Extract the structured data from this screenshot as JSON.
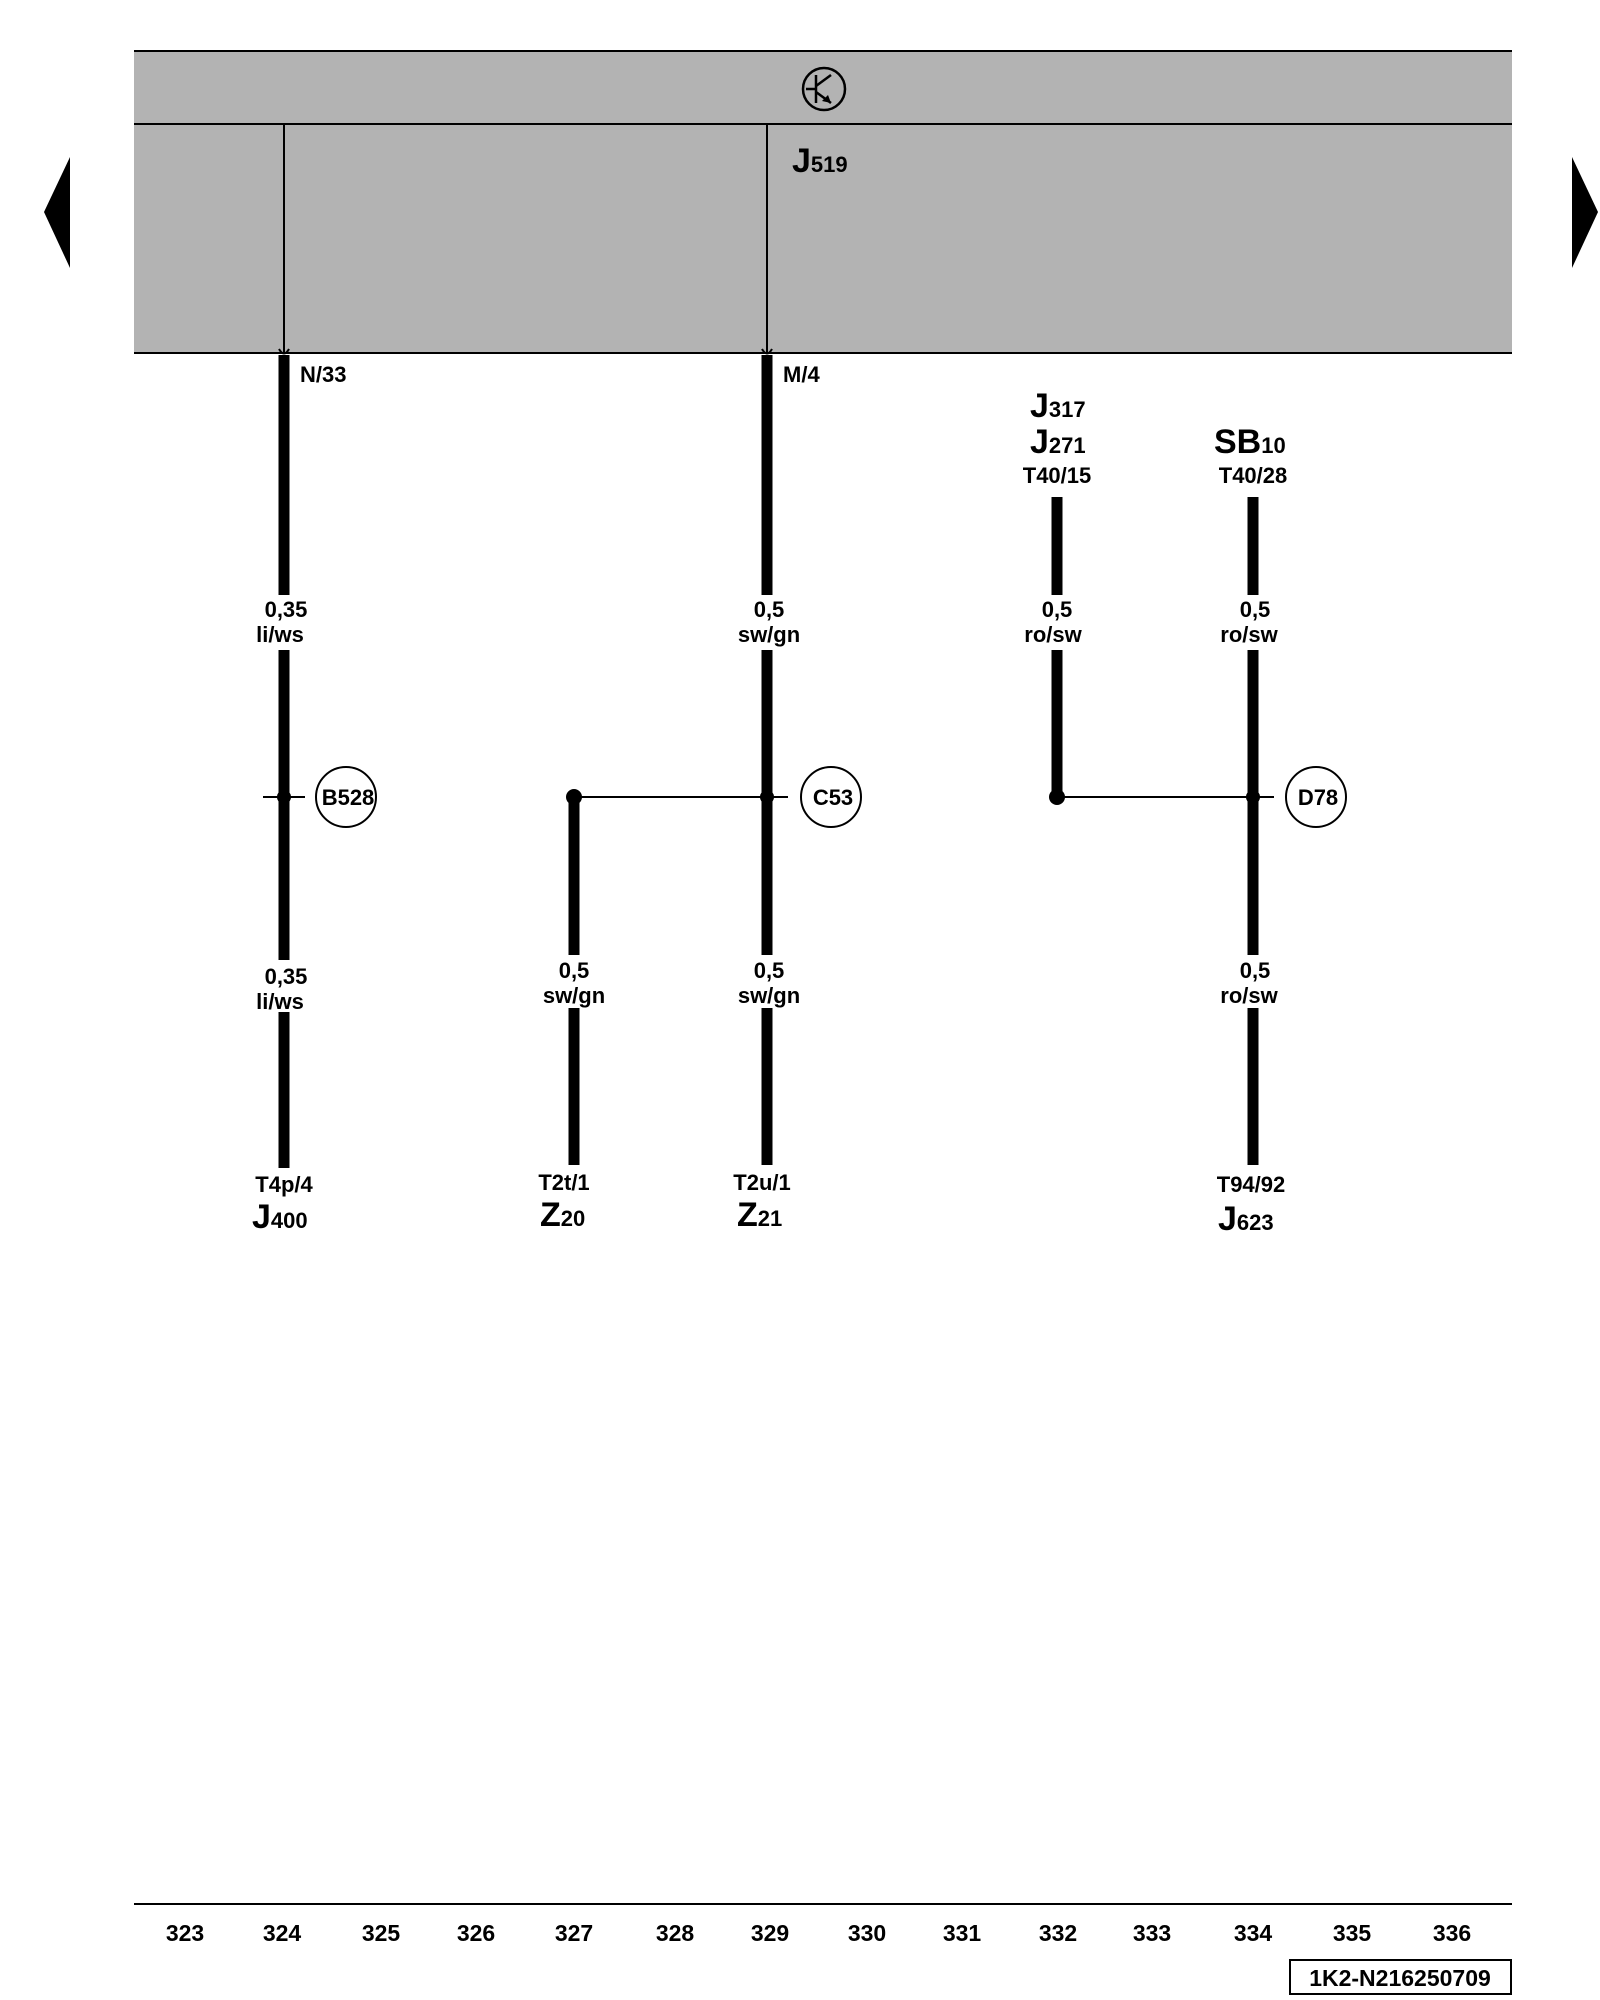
{
  "control_unit": {
    "name": "J",
    "sub": "519",
    "symbol_icon": "transistor-symbol-icon"
  },
  "top_pins": {
    "left": "N/33",
    "mid": "M/4"
  },
  "sources": {
    "a_line1_main": "J",
    "a_line1_sub": "317",
    "a_line2_main": "J",
    "a_line2_sub": "271",
    "a_pin": "T40/15",
    "b_main": "SB",
    "b_sub": "10",
    "b_pin": "T40/28"
  },
  "wires": {
    "w1_upper_size": "0,35",
    "w1_upper_color": "li/ws",
    "w1_lower_size": "0,35",
    "w1_lower_color": "li/ws",
    "w2_size": "0,5",
    "w2_color": "sw/gn",
    "w3_upper_size": "0,5",
    "w3_upper_color": "sw/gn",
    "w3_lower_size": "0,5",
    "w3_lower_color": "sw/gn",
    "w4_size": "0,5",
    "w4_color": "ro/sw",
    "w5_upper_size": "0,5",
    "w5_upper_color": "ro/sw",
    "w5_lower_size": "0,5",
    "w5_lower_color": "ro/sw"
  },
  "nodes": {
    "n1": "B528",
    "n2": "C53",
    "n3": "D78"
  },
  "endpoints": {
    "e1_pin": "T4p/4",
    "e1_main": "J",
    "e1_sub": "400",
    "e2_pin": "T2t/1",
    "e2_main": "Z",
    "e2_sub": "20",
    "e3_pin": "T2u/1",
    "e3_main": "Z",
    "e3_sub": "21",
    "e4_pin": "T94/92",
    "e4_main": "J",
    "e4_sub": "623"
  },
  "columns": [
    "323",
    "324",
    "325",
    "326",
    "327",
    "328",
    "329",
    "330",
    "331",
    "332",
    "333",
    "334",
    "335",
    "336"
  ],
  "doc_id": "1K2-N216250709",
  "navigation": {
    "prev_icon": "triangle-left-icon",
    "next_icon": "triangle-right-icon"
  },
  "colors": {
    "unit_fill": "#b3b3b3",
    "line": "#000000",
    "background": "#ffffff"
  }
}
